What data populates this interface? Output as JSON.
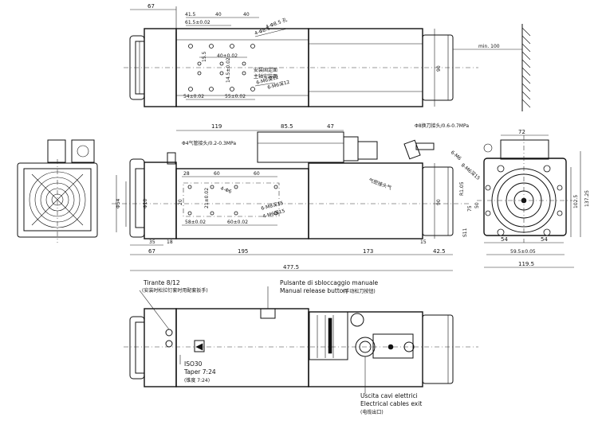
{
  "top_view": {
    "dims": [
      "67",
      "41.5",
      "61.5±0.02",
      "40",
      "40",
      "40±0.02",
      "15.5",
      "4-Φ8.5",
      "14.5±0.02",
      "54±0.02",
      "55±0.02",
      "6-M6深12",
      "90",
      "min. 100"
    ],
    "notes": [
      "4-Φ8.5 孔",
      "安装固定面",
      "6-M6深12",
      "主轴安装面"
    ]
  },
  "side_view": {
    "dims": [
      "119",
      "85.5",
      "47",
      "28",
      "60",
      "60",
      "Φ54",
      "Φ10",
      "20",
      "21±0.02",
      "58±0.02",
      "60±0.02",
      "90",
      "35",
      "18",
      "67",
      "195",
      "173",
      "42.5",
      "15",
      "477.5",
      "4-Φ6"
    ],
    "notes": [
      "Φ4气管接头/0.2-0.3MPa",
      "Φ8换刀接头/0.6-0.7MPa",
      "气密接头气",
      "6-M8深15",
      "4-M6深15"
    ]
  },
  "end_view": {
    "dims": [
      "72",
      "137.25",
      "102.5",
      "54",
      "54",
      "59.5±0.05",
      "119.5",
      "50",
      "75",
      "R1.05"
    ],
    "notes": [
      "6-M6",
      "8-M6深15",
      "S11"
    ]
  },
  "bottom_view": {
    "tirante_label": "Tirante 8/12",
    "tirante_cn": "(安装时松拉钉套时用配套扳手)",
    "release_it": "Pulsante di sbloccaggio manuale",
    "release_en": "Manual release button",
    "release_cn": "(手动松刀按钮)",
    "taper_1": "ISO30",
    "taper_2": "Taper 7:24",
    "taper_3": "(锥度  7:24)",
    "cables_it": "Uscita cavi elettrici",
    "cables_en": "Electrical cables exit",
    "cables_cn": "(电缆出口)"
  }
}
